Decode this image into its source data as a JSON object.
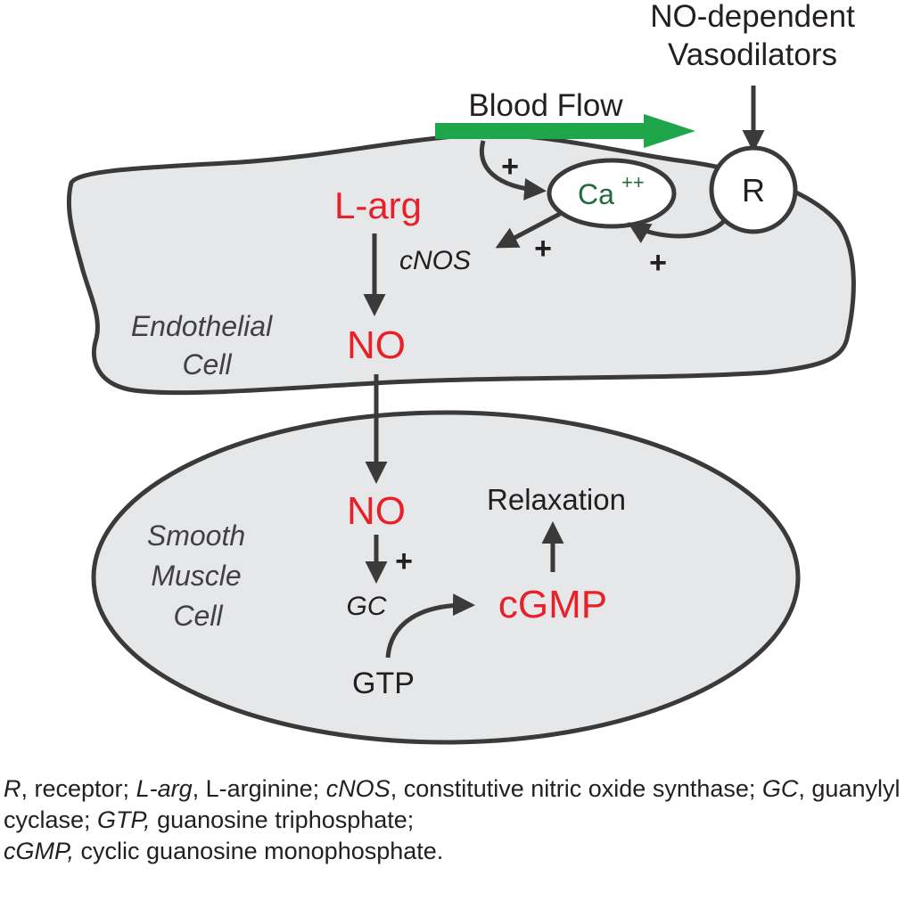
{
  "labels": {
    "vasodilators_line1": "NO-dependent",
    "vasodilators_line2": "Vasodilators",
    "blood_flow": "Blood Flow",
    "receptor": "R",
    "calcium": "Ca",
    "calcium_charge": "++",
    "l_arg": "L-arg",
    "cnos": "cNOS",
    "endothelial_line1": "Endothelial",
    "endothelial_line2": "Cell",
    "no_endothelial": "NO",
    "no_smooth": "NO",
    "smooth_line1": "Smooth",
    "smooth_line2": "Muscle",
    "smooth_line3": "Cell",
    "gc": "GC",
    "gtp": "GTP",
    "cgmp": "cGMP",
    "relaxation": "Relaxation",
    "plus": "+"
  },
  "caption": [
    {
      "term": "R",
      "def": ", receptor; "
    },
    {
      "term": "L-arg",
      "def": ", L-arginine; "
    },
    {
      "term": "cNOS",
      "def": ", constitutive nitric oxide synthase; "
    },
    {
      "term": "GC",
      "def": ", guanylyl cyclase; "
    },
    {
      "term": "GTP,",
      "def": " guanosine triphosphate; "
    },
    {
      "term": "cGMP,",
      "def": " cyclic guanosine monophosphate."
    }
  ],
  "colors": {
    "cell_fill": "#e6e7e8",
    "outline": "#3a3a3a",
    "molecule_red": "#e8202a",
    "blood_flow_green": "#1fa64a",
    "calcium_green": "#1f6b3a",
    "text": "#231f20"
  }
}
